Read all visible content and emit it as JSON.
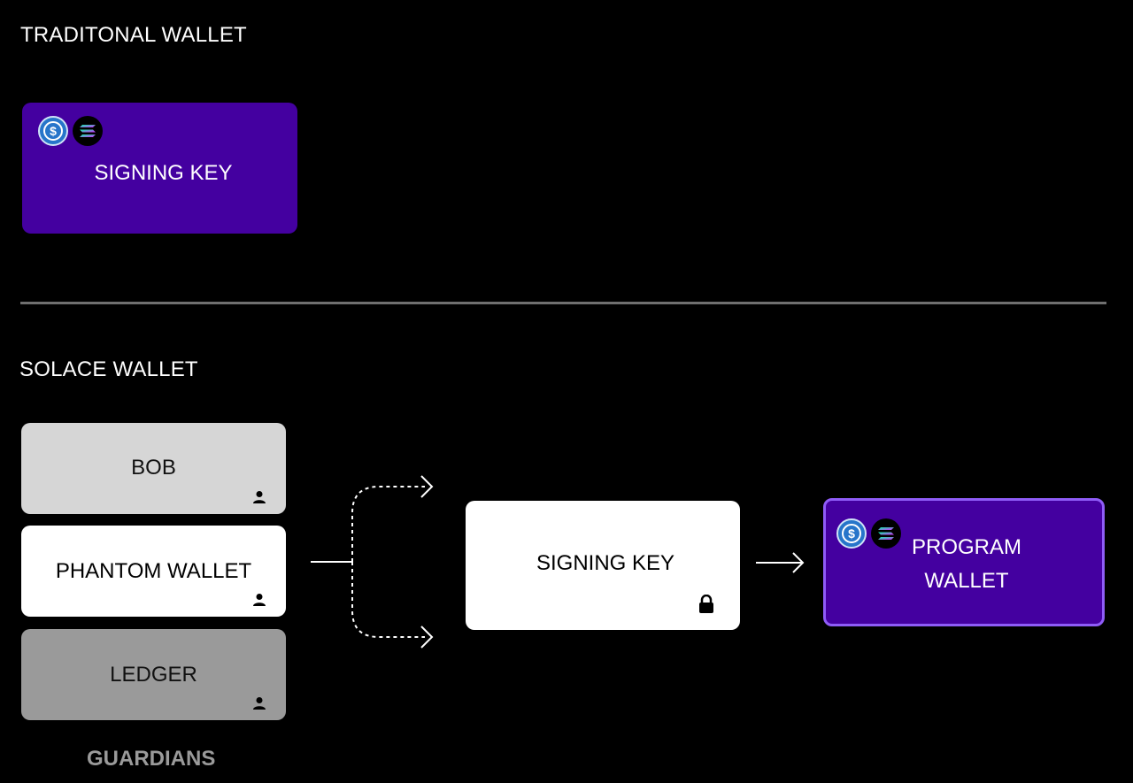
{
  "traditional": {
    "title": "TRADITONAL WALLET",
    "card_label": "SIGNING KEY"
  },
  "solace": {
    "title": "SOLACE WALLET",
    "guardians": [
      {
        "label": "BOB"
      },
      {
        "label": "PHANTOM WALLET"
      },
      {
        "label": "LEDGER"
      }
    ],
    "guardians_label": "GUARDIANS",
    "signing_key_label": "SIGNING KEY",
    "program_wallet_line1": "PROGRAM",
    "program_wallet_line2": "WALLET"
  },
  "colors": {
    "background": "#000000",
    "purple": "#4400a0",
    "purple_border": "#8f5cf7",
    "usdc": "#2775ca",
    "divider": "#6f6f6f"
  },
  "icons": [
    "usdc-icon",
    "solana-icon",
    "user-icon",
    "lock-icon",
    "arrow-icon"
  ]
}
